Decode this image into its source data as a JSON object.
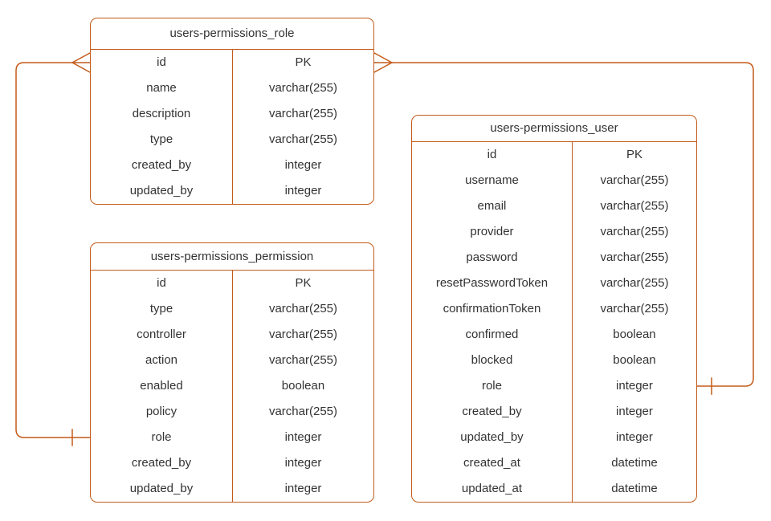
{
  "diagram": {
    "colors": {
      "accent": "#C45A18",
      "text": "#333333",
      "background": "#FFFFFF"
    },
    "tables": [
      {
        "name": "users-permissions_role",
        "columns": [
          {
            "field": "id",
            "type": "PK"
          },
          {
            "field": "name",
            "type": "varchar(255)"
          },
          {
            "field": "description",
            "type": "varchar(255)"
          },
          {
            "field": "type",
            "type": "varchar(255)"
          },
          {
            "field": "created_by",
            "type": "integer"
          },
          {
            "field": "updated_by",
            "type": "integer"
          }
        ]
      },
      {
        "name": "users-permissions_permission",
        "columns": [
          {
            "field": "id",
            "type": "PK"
          },
          {
            "field": "type",
            "type": "varchar(255)"
          },
          {
            "field": "controller",
            "type": "varchar(255)"
          },
          {
            "field": "action",
            "type": "varchar(255)"
          },
          {
            "field": "enabled",
            "type": "boolean"
          },
          {
            "field": "policy",
            "type": "varchar(255)"
          },
          {
            "field": "role",
            "type": "integer"
          },
          {
            "field": "created_by",
            "type": "integer"
          },
          {
            "field": "updated_by",
            "type": "integer"
          }
        ]
      },
      {
        "name": "users-permissions_user",
        "columns": [
          {
            "field": "id",
            "type": "PK"
          },
          {
            "field": "username",
            "type": "varchar(255)"
          },
          {
            "field": "email",
            "type": "varchar(255)"
          },
          {
            "field": "provider",
            "type": "varchar(255)"
          },
          {
            "field": "password",
            "type": "varchar(255)"
          },
          {
            "field": "resetPasswordToken",
            "type": "varchar(255)"
          },
          {
            "field": "confirmationToken",
            "type": "varchar(255)"
          },
          {
            "field": "confirmed",
            "type": "boolean"
          },
          {
            "field": "blocked",
            "type": "boolean"
          },
          {
            "field": "role",
            "type": "integer"
          },
          {
            "field": "created_by",
            "type": "integer"
          },
          {
            "field": "updated_by",
            "type": "integer"
          },
          {
            "field": "created_at",
            "type": "datetime"
          },
          {
            "field": "updated_at",
            "type": "datetime"
          }
        ]
      }
    ],
    "connectors": [
      {
        "from_table": "users-permissions_role",
        "from_field": "id",
        "from_cardinality": "many",
        "to_table": "users-permissions_permission",
        "to_field": "role",
        "to_cardinality": "one"
      },
      {
        "from_table": "users-permissions_role",
        "from_field": "id",
        "from_cardinality": "many",
        "to_table": "users-permissions_user",
        "to_field": "role",
        "to_cardinality": "one"
      }
    ]
  }
}
